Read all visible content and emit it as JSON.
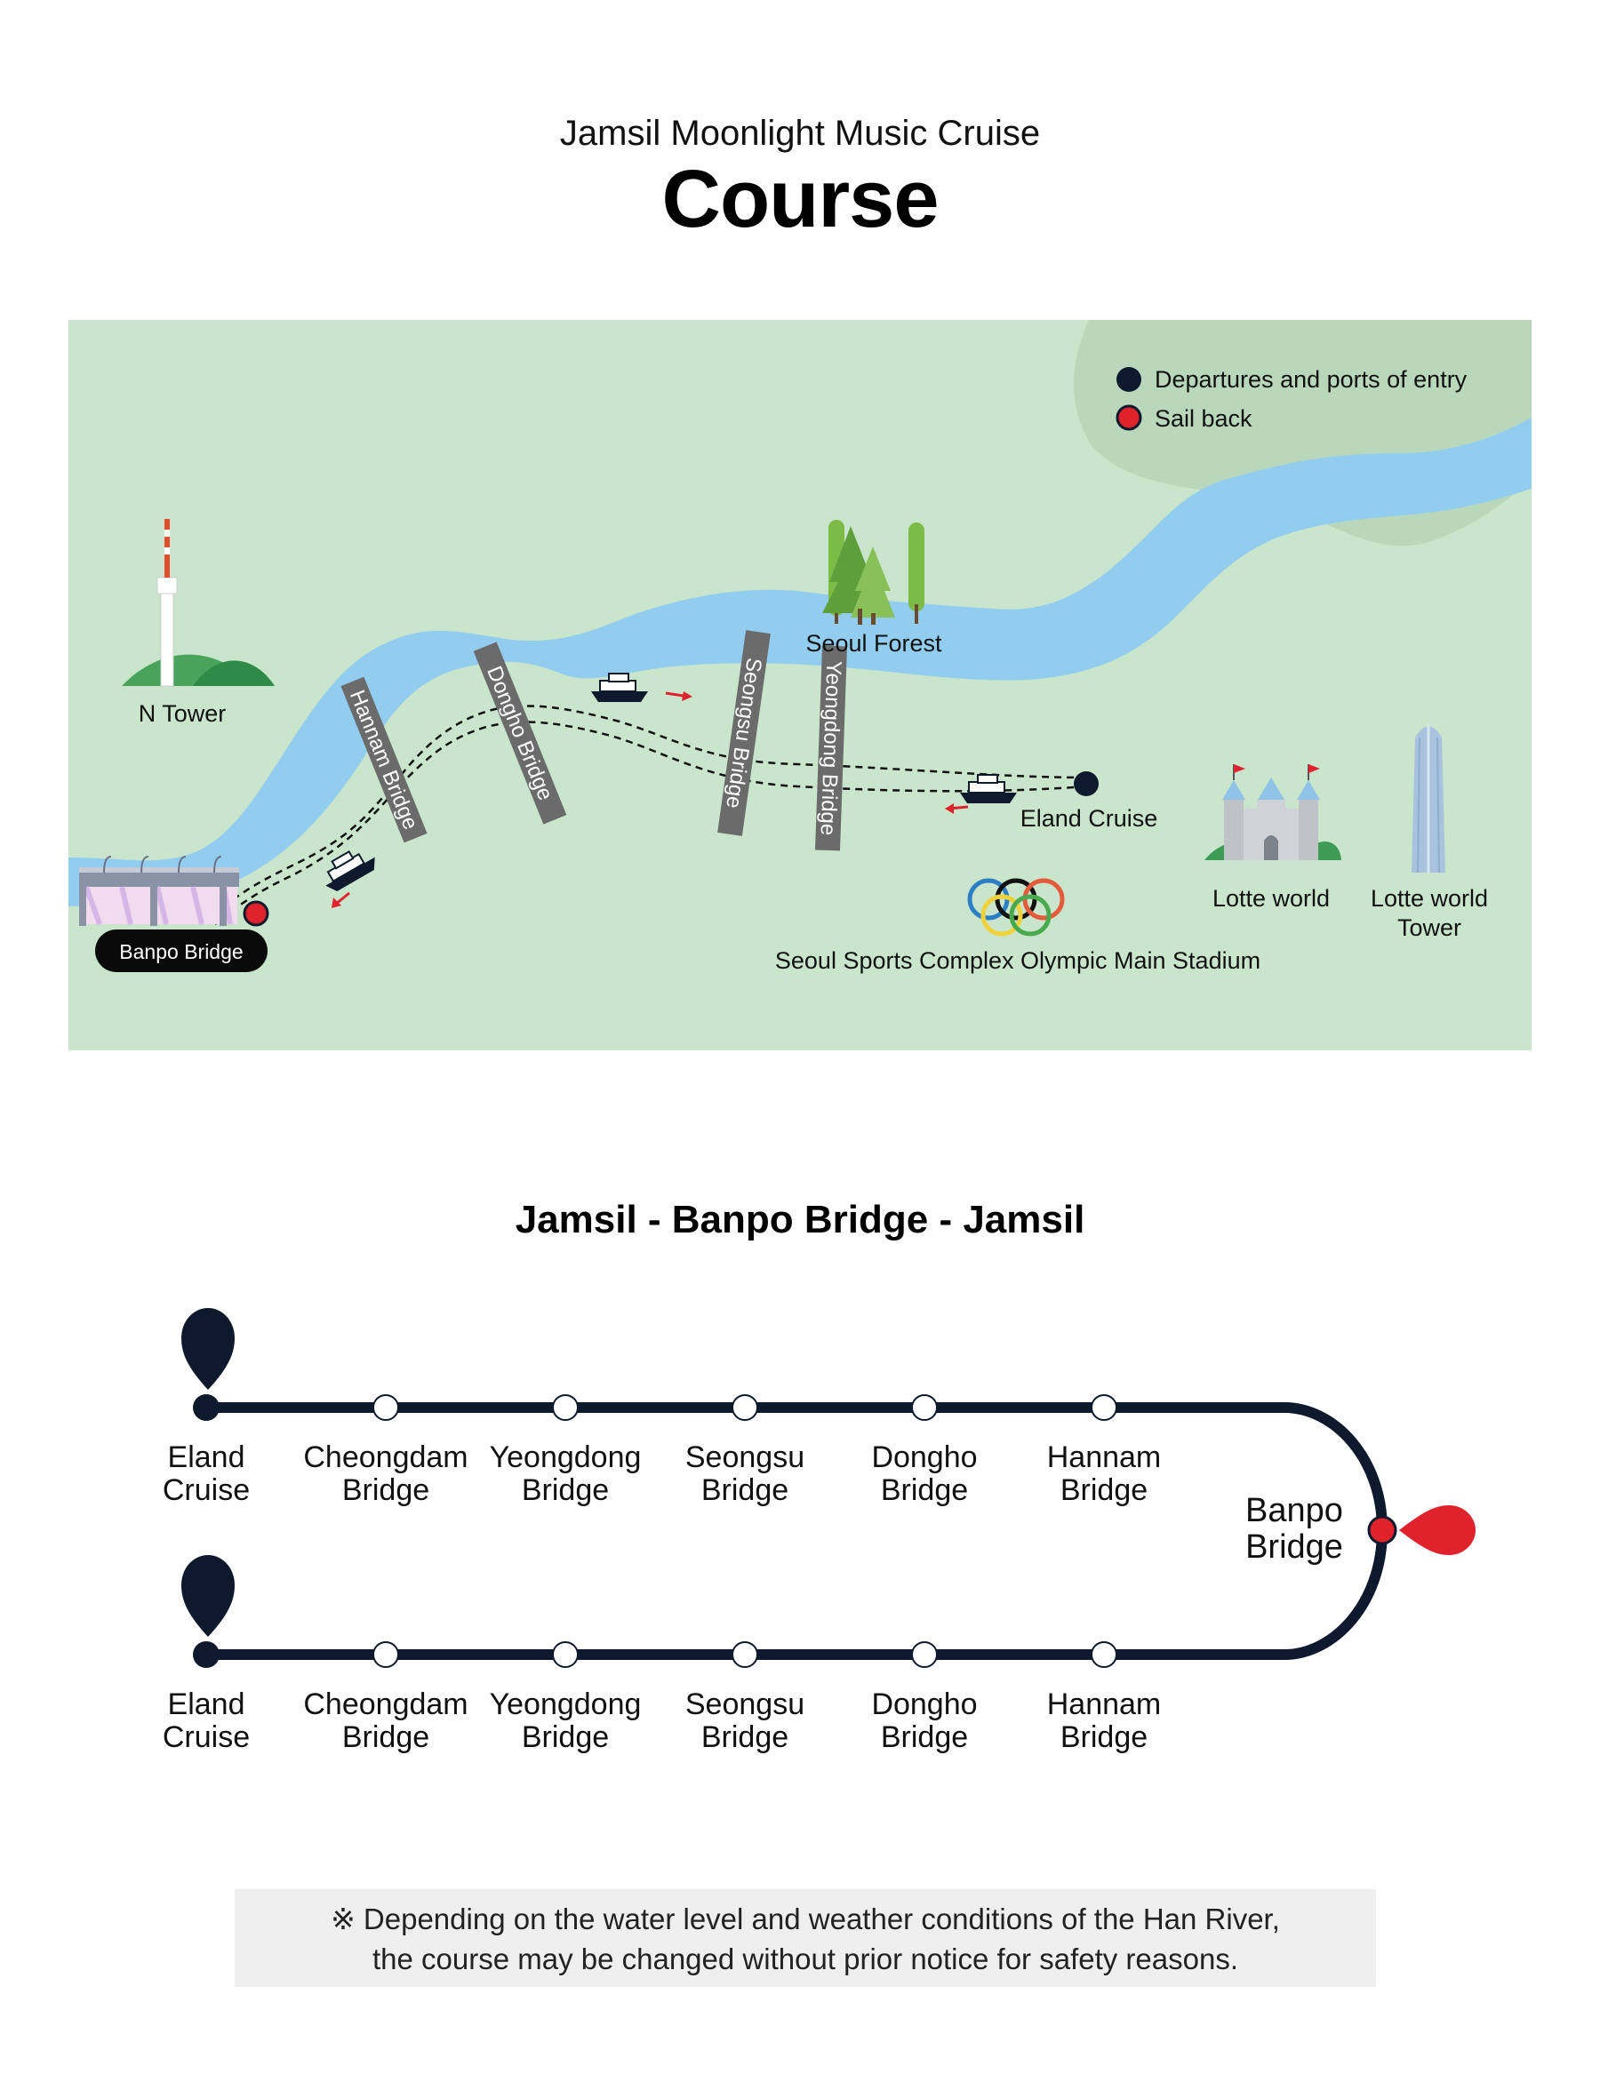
{
  "header": {
    "subtitle": "Jamsil Moonlight Music Cruise",
    "title": "Course"
  },
  "map": {
    "legend": {
      "departure": "Departures and ports of entry",
      "sailback": "Sail back"
    },
    "landmarks": {
      "n_tower": "N Tower",
      "seoul_forest": "Seoul Forest",
      "eland_cruise": "Eland Cruise",
      "lotte_world": "Lotte world",
      "lotte_world_tower_1": "Lotte world",
      "lotte_world_tower_2": "Tower",
      "olympic_stadium": "Seoul Sports Complex Olympic Main Stadium",
      "banpo_bridge": "Banpo Bridge"
    },
    "bridges": {
      "hannam": "Hannam Bridge",
      "dongho": "Dongho Bridge",
      "seongsu": "Seongsu Bridge",
      "yeongdong": "Yeongdong Bridge"
    },
    "colors": {
      "land": "#c9e6cc",
      "land_dark": "#b9d8bb",
      "river": "#92cdf0",
      "bridge": "#6b6b6b",
      "navy": "#0d1a2e",
      "red": "#e0222c"
    }
  },
  "route": {
    "title": "Jamsil - Banpo Bridge - Jamsil",
    "top_stops": [
      {
        "line1": "Eland",
        "line2": "Cruise"
      },
      {
        "line1": "Cheongdam",
        "line2": "Bridge"
      },
      {
        "line1": "Yeongdong",
        "line2": "Bridge"
      },
      {
        "line1": "Seongsu",
        "line2": "Bridge"
      },
      {
        "line1": "Dongho",
        "line2": "Bridge"
      },
      {
        "line1": "Hannam",
        "line2": "Bridge"
      }
    ],
    "bottom_stops": [
      {
        "line1": "Eland",
        "line2": "Cruise"
      },
      {
        "line1": "Cheongdam",
        "line2": "Bridge"
      },
      {
        "line1": "Yeongdong",
        "line2": "Bridge"
      },
      {
        "line1": "Seongsu",
        "line2": "Bridge"
      },
      {
        "line1": "Dongho",
        "line2": "Bridge"
      },
      {
        "line1": "Hannam",
        "line2": "Bridge"
      }
    ],
    "turnaround": {
      "line1": "Banpo",
      "line2": "Bridge"
    }
  },
  "notice": {
    "line1": "※ Depending on the water level and weather conditions of the Han River,",
    "line2": "the course may be changed without prior notice for safety reasons."
  }
}
